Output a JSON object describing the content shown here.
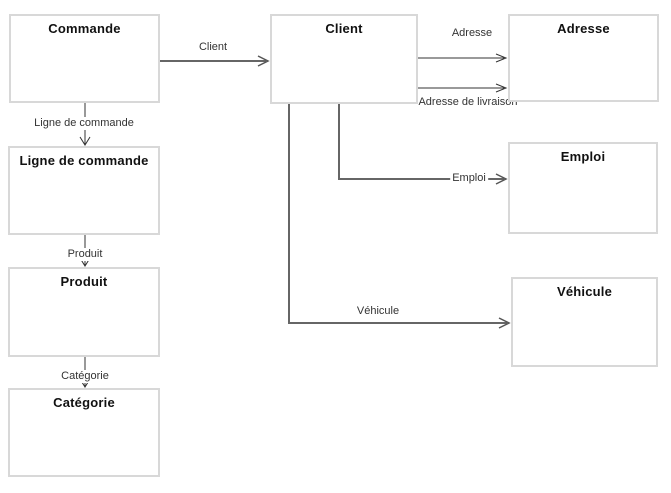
{
  "diagram": {
    "background": "#ffffff",
    "nodes": [
      {
        "id": "commande",
        "label": "Commande"
      },
      {
        "id": "ligne-de-commande",
        "label": "Ligne de commande"
      },
      {
        "id": "produit",
        "label": "Produit"
      },
      {
        "id": "categorie",
        "label": "Catégorie"
      },
      {
        "id": "client",
        "label": "Client"
      },
      {
        "id": "adresse",
        "label": "Adresse"
      },
      {
        "id": "emploi",
        "label": "Emploi"
      },
      {
        "id": "vehicule",
        "label": "Véhicule"
      }
    ],
    "edges": [
      {
        "from": "Commande",
        "to": "Client",
        "label": "Client"
      },
      {
        "from": "Commande",
        "to": "Ligne de commande",
        "label": "Ligne de commande"
      },
      {
        "from": "Ligne de commande",
        "to": "Produit",
        "label": "Produit"
      },
      {
        "from": "Produit",
        "to": "Catégorie",
        "label": "Catégorie"
      },
      {
        "from": "Client",
        "to": "Adresse",
        "label": "Adresse"
      },
      {
        "from": "Client",
        "to": "Adresse",
        "label": "Adresse de livraison"
      },
      {
        "from": "Client",
        "to": "Emploi",
        "label": "Emploi"
      },
      {
        "from": "Client",
        "to": "Véhicule",
        "label": "Véhicule"
      }
    ],
    "colors": {
      "node_border": "#d8d8d8",
      "node_fill": "#ffffff",
      "node_title": "#111111",
      "edge_primary": "#666666",
      "edge_secondary": "#333333",
      "edge_label_text": "#333333"
    }
  }
}
